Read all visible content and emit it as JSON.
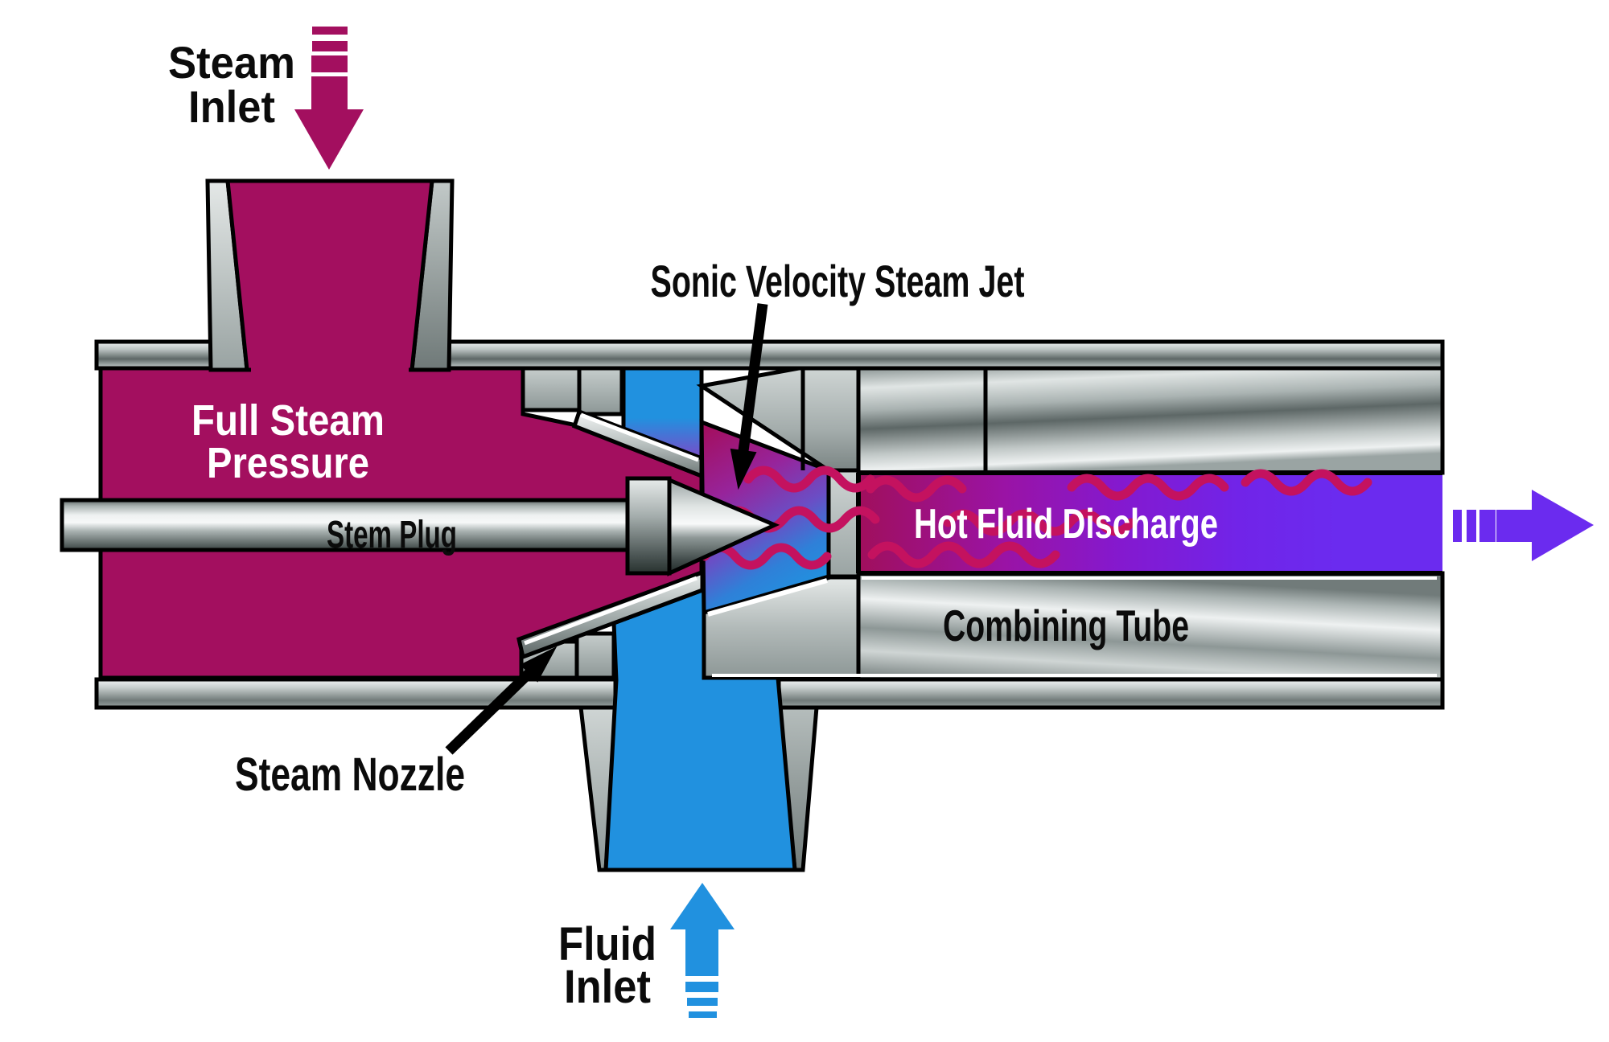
{
  "colors": {
    "steam": "#A30F5F",
    "fluid": "#2191DF",
    "discharge": "#6B2BEF",
    "wave": "#C4125F"
  },
  "labels": {
    "steam_inlet": {
      "line1": "Steam",
      "line2": "Inlet"
    },
    "full_steam_pressure": {
      "line1": "Full Steam",
      "line2": "Pressure"
    },
    "stem_plug": {
      "text": "Stem Plug"
    },
    "sonic_velocity_steam_jet": {
      "text": "Sonic Velocity Steam Jet"
    },
    "steam_nozzle": {
      "text": "Steam Nozzle"
    },
    "hot_fluid_discharge": {
      "text": "Hot Fluid Discharge"
    },
    "combining_tube": {
      "text": "Combining Tube"
    },
    "fluid_inlet": {
      "line1": "Fluid",
      "line2": "Inlet"
    }
  }
}
